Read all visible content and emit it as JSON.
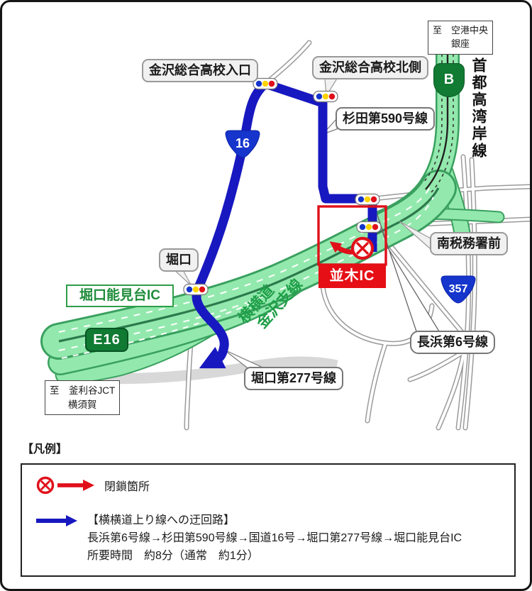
{
  "map": {
    "callouts": {
      "kanazawa_entrance": "金沢総合高校入口",
      "kanazawa_north": "金沢総合高校北側",
      "sugita_590": "杉田第590号線",
      "minami_tax_office": "南税務署前",
      "horiguchi": "堀口",
      "horiguchi_277": "堀口第277号線",
      "nagahama_6": "長浜第6号線"
    },
    "ic_labels": {
      "horiguchi_nokendai": "堀口能見台IC",
      "namiki": "並木IC"
    },
    "road_names": {
      "yokoyoko_line1": "横横道",
      "yokoyoko_line2": "金沢支線",
      "shuto_wangan": "首都高湾岸線"
    },
    "destinations": {
      "north_line1": "至　空港中央",
      "north_line2": "銀座",
      "south_line1": "至　釜利谷JCT",
      "south_line2": "横須賀"
    },
    "badges": {
      "wangan": "B",
      "expressway": "E16",
      "route16": "16",
      "route357": "357"
    }
  },
  "legend": {
    "title": "【凡例】",
    "closure_label": "閉鎖箇所",
    "detour_title": "【横横道上り線への迂回路】",
    "detour_route": "長浜第6号線→杉田第590号線→国道16号→堀口第277号線→堀口能見台IC",
    "detour_time": "所要時間　約8分（通常　約1分）"
  },
  "colors": {
    "highway_fill": "#93e9ad",
    "highway_edge": "#3aa05f",
    "highway_center": "#2c7a4c",
    "detour_blue": "#1818c0",
    "closure_red": "#e0101a",
    "badge_green": "#117a33",
    "shield_blue": "#1535cc"
  }
}
